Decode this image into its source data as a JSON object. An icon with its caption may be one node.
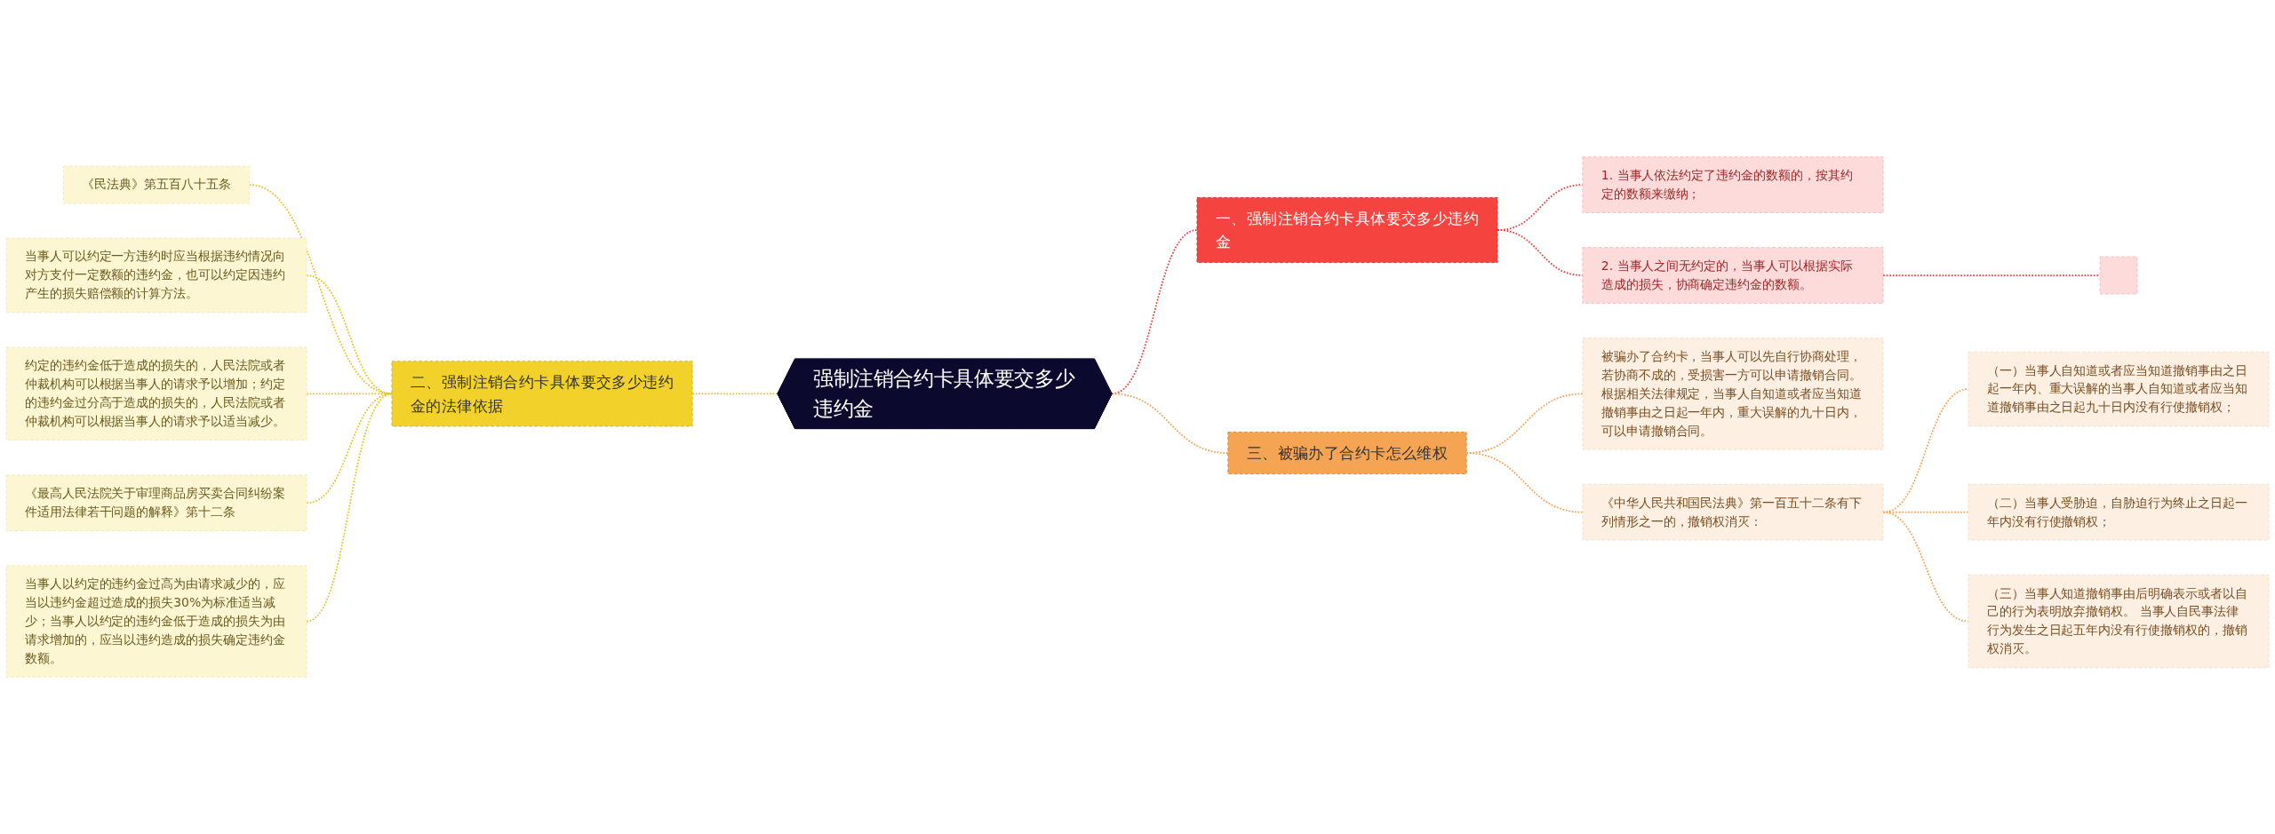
{
  "diagram": {
    "nodes": [
      {
        "text": [
          "强制注销合约卡具体要交多少违约金"
        ]
      },
      {
        "text": [
          "一、强制注销合约卡具体要交多少违约金"
        ]
      },
      {
        "text": [
          "1. 当事人依法约定了违约金的数额的，按其约定的数额来缴纳；"
        ]
      },
      {
        "text": [
          "2. 当事人之间无约定的，当事人可以根据实际造成的损失，协商确定违约金的数额。"
        ]
      },
      {
        "text": [],
        "shape": "box"
      },
      {
        "text": [
          "二、强制注销合约卡具体要交多少违约金的法律依据"
        ]
      },
      {
        "text": [
          "《民法典》第五百八十五条"
        ]
      },
      {
        "text": [
          "当事人可以约定一方违约时应当根据违约情况向对方支付一定数额的违约金，也可以约定因违约产生的损失赔偿额的计算方法。"
        ]
      },
      {
        "text": [
          "约定的违约金低于造成的损失的，人民法院或者仲裁机构可以根据当事人的请求予以增加；约定的违约金过分高于造成的损失的，人民法院或者仲裁机构可以根据当事人的请求予以适当减少。"
        ]
      },
      {
        "text": [
          "《最高人民法院关于审理商品房买卖合同纠纷案件适用法律若干问题的解释》第十二条"
        ]
      },
      {
        "text": [
          "当事人以约定的违约金过高为由请求减少的，应当以违约金超过造成的损失30%为标准适当减少；当事人以约定的违约金低于造成的损失为由请求增加的，应当以违约造成的损失确定违约金数额。"
        ]
      },
      {
        "text": [
          "三、被骗办了合约卡怎么维权"
        ]
      },
      {
        "text": [
          "被骗办了合约卡，当事人可以先自行协商处理，若协商不成的，受损害一方可以申请撤销合同。根据相关法律规定，当事人自知道或者应当知道撤销事由之日起一年内，重大误解的九十日内，可以申请撤销合同。"
        ]
      },
      {
        "text": [
          "《中华人民共和国民法典》第一百五十二条有下列情形之一的，撤销权消灭："
        ]
      },
      {
        "text": [
          "（一）当事人自知道或者应当知道撤销事由之日起一年内、重大误解的当事人自知道或者应当知道撤销事由之日起九十日内没有行使撤销权；"
        ]
      },
      {
        "text": [
          "（二）当事人受胁迫，自胁迫行为终止之日起一年内没有行使撤销权；"
        ]
      },
      {
        "text": [
          "（三）当事人知道撤销事由后明确表示或者以自己的行为表明放弃撤销权。 当事人自民事法律行为发生之日起五年内没有行使撤销权的，撤销权消灭。"
        ]
      }
    ],
    "edges": [
      {
        "from": 0,
        "to": 1,
        "arrow": "none",
        "style": "dashed",
        "color": "#e04040"
      },
      {
        "from": 1,
        "to": 2,
        "arrow": "none",
        "style": "dashed",
        "color": "#e04040"
      },
      {
        "from": 1,
        "to": 3,
        "arrow": "none",
        "style": "dashed",
        "color": "#e04040"
      },
      {
        "from": 3,
        "to": 4,
        "arrow": "none",
        "style": "dashed",
        "color": "#e04040"
      },
      {
        "from": 5,
        "to": 0,
        "arrow": "none",
        "style": "dashed",
        "color": "#e8c020"
      },
      {
        "from": 6,
        "to": 5,
        "arrow": "none",
        "style": "dashed",
        "color": "#e8c020"
      },
      {
        "from": 7,
        "to": 5,
        "arrow": "none",
        "style": "dashed",
        "color": "#e8c020"
      },
      {
        "from": 8,
        "to": 5,
        "arrow": "none",
        "style": "dashed",
        "color": "#e8c020"
      },
      {
        "from": 9,
        "to": 5,
        "arrow": "none",
        "style": "dashed",
        "color": "#e8c020"
      },
      {
        "from": 10,
        "to": 5,
        "arrow": "none",
        "style": "dashed",
        "color": "#e8c020"
      },
      {
        "from": 0,
        "to": 11,
        "arrow": "none",
        "style": "dashed",
        "color": "#f0a050"
      },
      {
        "from": 11,
        "to": 12,
        "arrow": "none",
        "style": "dashed",
        "color": "#f0a050"
      },
      {
        "from": 11,
        "to": 13,
        "arrow": "none",
        "style": "dashed",
        "color": "#f0a050"
      },
      {
        "from": 13,
        "to": 14,
        "arrow": "none",
        "style": "dashed",
        "color": "#f0a050"
      },
      {
        "from": 13,
        "to": 15,
        "arrow": "none",
        "style": "dashed",
        "color": "#f0a050"
      },
      {
        "from": 13,
        "to": 16,
        "arrow": "none",
        "style": "dashed",
        "color": "#f0a050"
      }
    ]
  }
}
